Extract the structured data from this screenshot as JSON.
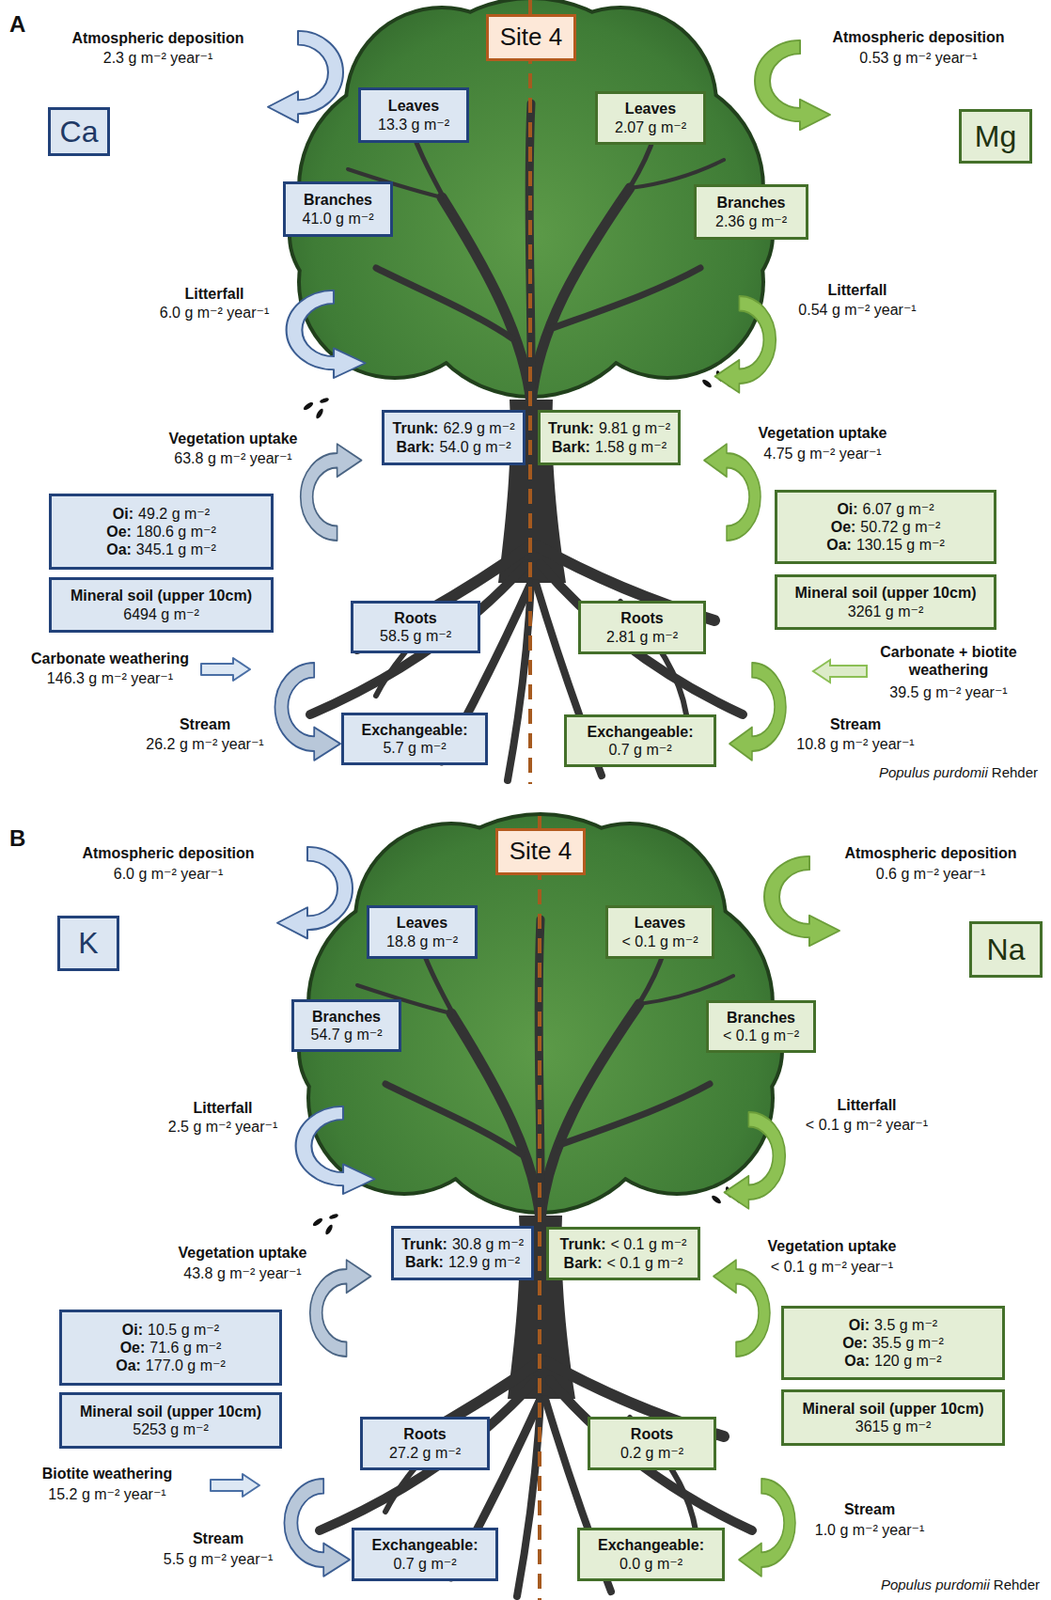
{
  "diagram": {
    "nodes": [
      {
        "text": [
          "Site 4"
        ]
      },
      {
        "text": [
          "Ca"
        ]
      },
      {
        "text": [
          "Leaves",
          "13.3 g m⁻²"
        ]
      },
      {
        "text": [
          "Leaves",
          "2.07 g m⁻²"
        ]
      },
      {
        "text": [
          "Mg"
        ]
      },
      {
        "text": [
          "Branches",
          "41.0 g m⁻²"
        ]
      },
      {
        "text": [
          "Branches",
          "2.36 g m⁻²"
        ]
      },
      {
        "text": [
          "Trunk:",
          "62.9 g m⁻²",
          "Bark:",
          "54.0 g m⁻²"
        ]
      },
      {
        "text": [
          "Trunk:",
          "9.81 g m⁻²",
          "Bark:",
          "1.58 g m⁻²"
        ]
      },
      {
        "text": [
          "Oi:",
          "49.2 g m⁻²",
          "Oe:",
          "180.6 g m⁻²",
          "Oa:",
          "345.1 g m⁻²"
        ]
      },
      {
        "text": [
          "Oi:",
          "6.07 g m⁻²",
          "Oe:",
          "50.72 g m⁻²",
          "Oa:",
          "130.15 g m⁻²"
        ]
      },
      {
        "text": [
          "Mineral soil (upper 10cm)",
          "6494 g m⁻²"
        ]
      },
      {
        "text": [
          "Mineral soil (upper 10cm)",
          "3261 g m⁻²"
        ]
      },
      {
        "text": [
          "Roots",
          "58.5 g m⁻²"
        ]
      },
      {
        "text": [
          "Roots",
          "2.81 g m⁻²"
        ]
      },
      {
        "text": [
          "Exchangeable:",
          "5.7 g m⁻²"
        ]
      },
      {
        "text": [
          "Exchangeable:",
          "0.7 g m⁻²"
        ]
      },
      {
        "text": [
          "Site 4"
        ]
      },
      {
        "text": [
          "K"
        ]
      },
      {
        "text": [
          "Leaves",
          "18.8 g m⁻²"
        ]
      },
      {
        "text": [
          "Leaves",
          "< 0.1 g m⁻²"
        ]
      },
      {
        "text": [
          "Na"
        ]
      },
      {
        "text": [
          "Branches",
          "54.7 g m⁻²"
        ]
      },
      {
        "text": [
          "Branches",
          "< 0.1 g m⁻²"
        ]
      },
      {
        "text": [
          "Trunk:",
          "30.8 g m⁻²",
          "Bark:",
          "12.9 g m⁻²"
        ]
      },
      {
        "text": [
          "Trunk:",
          "< 0.1 g m⁻²",
          "Bark:",
          "< 0.1 g m⁻²"
        ]
      },
      {
        "text": [
          "Oi:",
          "10.5 g m⁻²",
          "Oe:",
          "71.6 g m⁻²",
          "Oa:",
          "177.0 g m⁻²"
        ]
      },
      {
        "text": [
          "Oi:",
          "3.5 g m⁻²",
          "Oe:",
          "35.5 g m⁻²",
          "Oa:",
          "120 g m⁻²"
        ]
      },
      {
        "text": [
          "Mineral soil (upper 10cm)",
          "5253 g m⁻²"
        ]
      },
      {
        "text": [
          "Mineral soil (upper 10cm)",
          "3615 g m⁻²"
        ]
      },
      {
        "text": [
          "Roots",
          "27.2 g m⁻²"
        ]
      },
      {
        "text": [
          "Roots",
          "0.2 g m⁻²"
        ]
      },
      {
        "text": [
          "Exchangeable:",
          "0.7 g m⁻²"
        ]
      },
      {
        "text": [
          "Exchangeable:",
          "0.0 g m⁻²"
        ]
      }
    ],
    "labels": [
      "A",
      "Atmospheric deposition",
      "2.3 g m⁻² year⁻¹",
      "Atmospheric deposition",
      "0.53 g m⁻² year⁻¹",
      "Litterfall",
      "6.0 g m⁻² year⁻¹",
      "Litterfall",
      "0.54 g m⁻² year⁻¹",
      "Vegetation uptake",
      "63.8 g m⁻² year⁻¹",
      "Vegetation uptake",
      "4.75 g m⁻² year⁻¹",
      "Carbonate weathering",
      "146.3 g m⁻² year⁻¹",
      "Carbonate + biotite weathering",
      "39.5 g m⁻² year⁻¹",
      "Stream",
      "26.2 g m⁻² year⁻¹",
      "Stream",
      "10.8 g m⁻² year⁻¹",
      "Populus purdomii",
      "Rehder",
      "B",
      "Atmospheric deposition",
      "6.0 g m⁻² year⁻¹",
      "Atmospheric deposition",
      "0.6 g m⁻² year⁻¹",
      "Litterfall",
      "2.5 g m⁻² year⁻¹",
      "Litterfall",
      "< 0.1 g m⁻² year⁻¹",
      "Vegetation uptake",
      "43.8 g m⁻² year⁻¹",
      "Vegetation uptake",
      "< 0.1 g m⁻² year⁻¹",
      "Biotite weathering",
      "15.2 g m⁻² year⁻¹",
      "Stream",
      "5.5 g m⁻² year⁻¹",
      "Stream",
      "1.0 g m⁻² year⁻¹",
      "Populus purdomii",
      "Rehder"
    ]
  }
}
